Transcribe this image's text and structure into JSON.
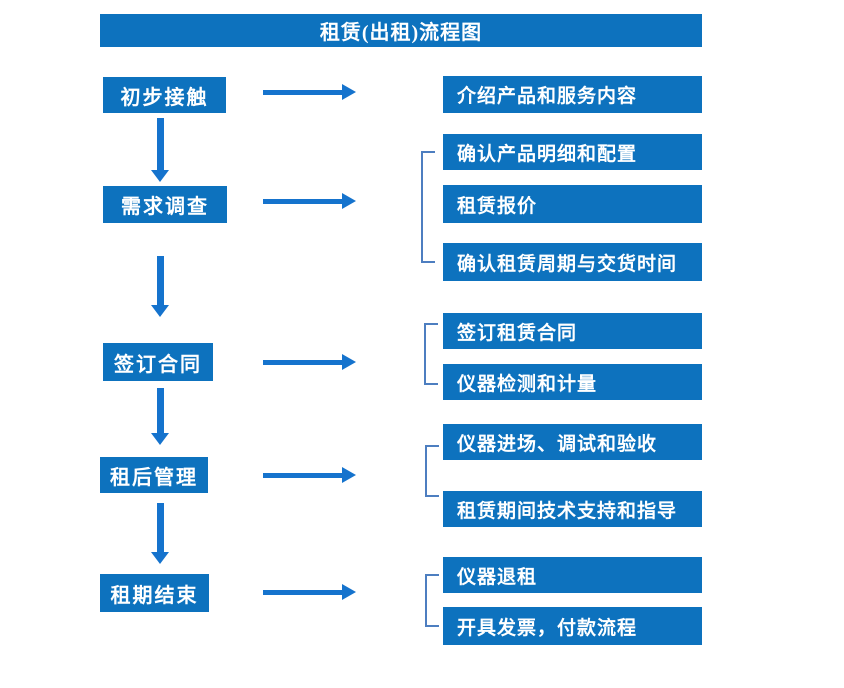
{
  "title": "租赁(出租)流程图",
  "colors": {
    "box": "#0d72be",
    "arrow": "#1573cd",
    "bracket": "#4d7ec0",
    "text": "#ffffff"
  },
  "steps": [
    {
      "label": "初步接触",
      "outputs": [
        "介绍产品和服务内容"
      ]
    },
    {
      "label": "需求调查",
      "outputs": [
        "确认产品明细和配置",
        "租赁报价",
        "确认租赁周期与交货时间"
      ]
    },
    {
      "label": "签订合同",
      "outputs": [
        "签订租赁合同",
        "仪器检测和计量"
      ]
    },
    {
      "label": "租后管理",
      "outputs": [
        "仪器进场、调试和验收",
        "租赁期间技术支持和指导"
      ]
    },
    {
      "label": "租期结束",
      "outputs": [
        "仪器退租",
        "开具发票，付款流程"
      ]
    }
  ]
}
